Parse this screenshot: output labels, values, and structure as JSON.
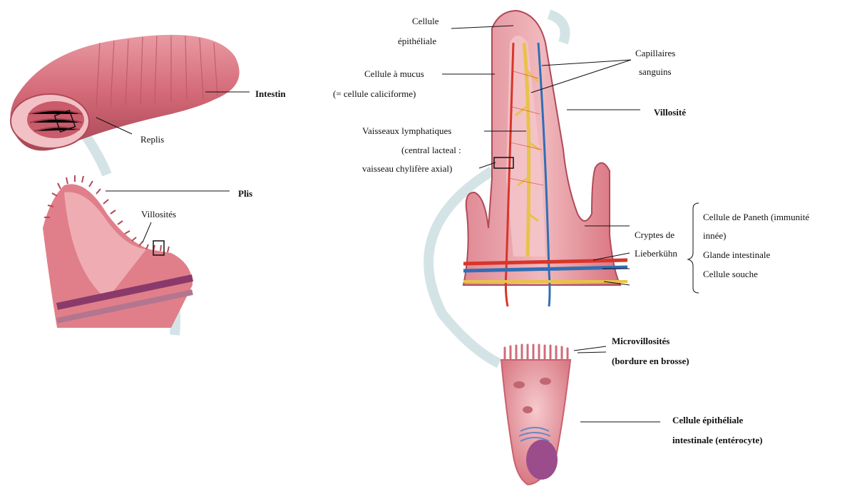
{
  "labels": {
    "intestin": "Intestin",
    "replis": "Replis",
    "plis": "Plis",
    "villosites": "Villosités",
    "cellule_epitheliale_line1": "Cellule",
    "cellule_epitheliale_line2": "épithéliale",
    "cellule_mucus": "Cellule à mucus",
    "caliciforme": "(= cellule caliciforme)",
    "vaisseaux_lymph": "Vaisseaux lymphatiques",
    "central_lacteal": "(central lacteal :",
    "chylifere": "vaisseau chylifère axial)",
    "capillaires_line1": "Capillaires",
    "capillaires_line2": "sanguins",
    "villosite": "Villosité",
    "cryptes_line1": "Cryptes de",
    "cryptes_line2": "Lieberkühn",
    "paneth_line1": "Cellule de Paneth (immunité",
    "paneth_line2": "innée)",
    "glande": "Glande intestinale",
    "souche": "Cellule souche",
    "microvillosites": "Microvillosités",
    "bordure": "(bordure en brosse)",
    "enterocyte_line1": "Cellule épithéliale",
    "enterocyte_line2": "intestinale (entérocyte)"
  },
  "colors": {
    "tissue": "#d9737f",
    "tissue_dark": "#b04a58",
    "tissue_light": "#efb3b8",
    "lymph": "#e8c24a",
    "artery": "#d8352a",
    "vein": "#2f6fb6",
    "arrow_band": "#c9dde0"
  }
}
